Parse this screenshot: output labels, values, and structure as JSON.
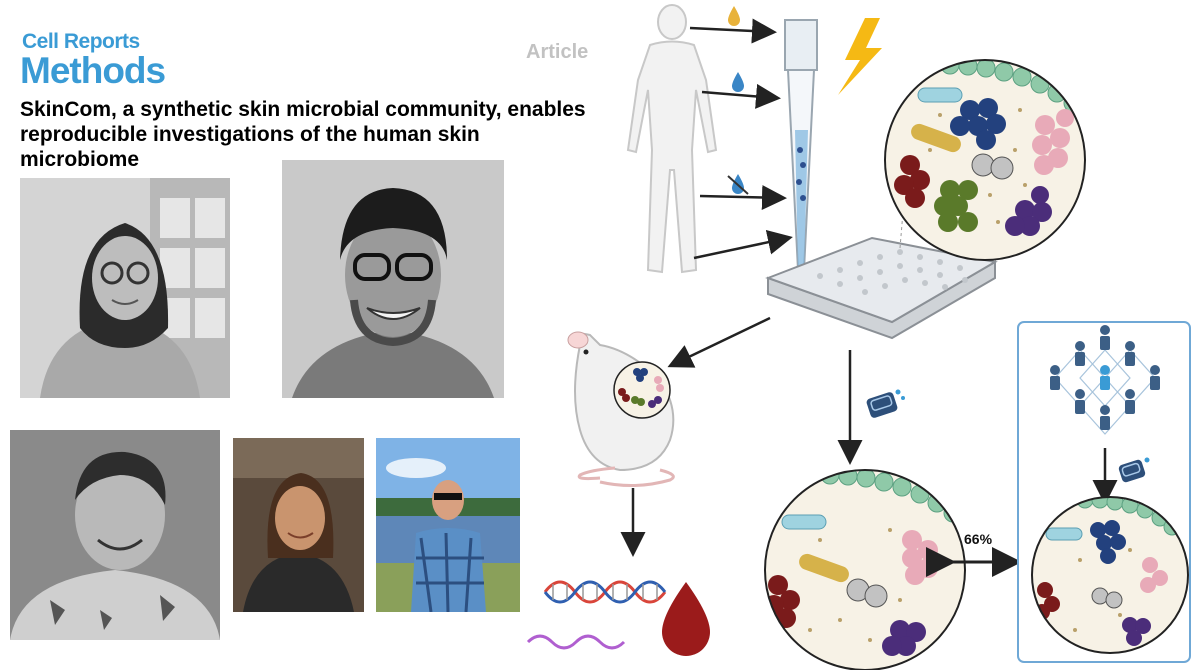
{
  "journal": {
    "line1": "Cell Reports",
    "line2": "Methods"
  },
  "article_label": "Article",
  "title": "SkinCom, a synthetic skin microbial community, enables reproducible investigations of the human skin microbiome",
  "diagram": {
    "similarity_label": "66%"
  },
  "colors": {
    "brand": "#3a9bd5",
    "arrow": "#222222",
    "panel_border": "#6fa8d6",
    "blood": "#9b1b1b",
    "dna_red": "#d9453a",
    "dna_blue": "#2f5fb0",
    "rna": "#b05fd0"
  }
}
